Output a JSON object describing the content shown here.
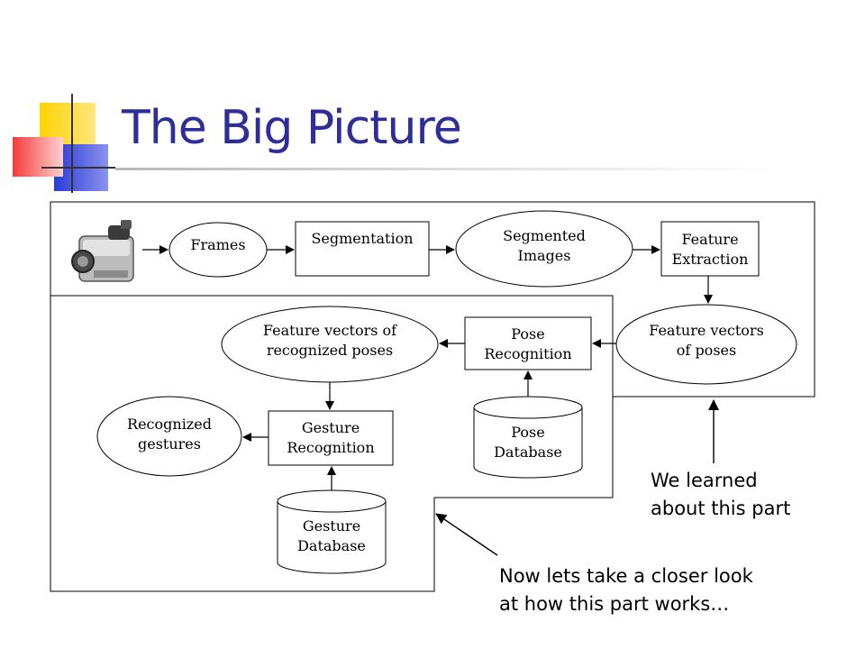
{
  "slide": {
    "title": "The Big Picture"
  },
  "diagram": {
    "nodes": {
      "frames": "Frames",
      "segmentation": "Segmentation",
      "segmented_images": [
        "Segmented",
        "Images"
      ],
      "feature_extraction": [
        "Feature",
        "Extraction"
      ],
      "feature_vectors_of_poses": [
        "Feature vectors",
        "of poses"
      ],
      "pose_recognition": [
        "Pose",
        "Recognition"
      ],
      "feature_vectors_recognized": [
        "Feature vectors of",
        "recognized poses"
      ],
      "pose_database": [
        "Pose",
        "Database"
      ],
      "gesture_recognition": [
        "Gesture",
        "Recognition"
      ],
      "recognized_gestures": [
        "Recognized",
        "gestures"
      ],
      "gesture_database": [
        "Gesture",
        "Database"
      ]
    }
  },
  "annotations": {
    "learned": [
      "We learned",
      "about this part"
    ],
    "closer_look": [
      "Now lets take a closer look",
      "at how this part works…"
    ]
  },
  "colors": {
    "title": "#2e2e9a",
    "accent_yellow": "#ffd400",
    "accent_blue": "#2b3bd6",
    "accent_red": "#f23c3c"
  }
}
